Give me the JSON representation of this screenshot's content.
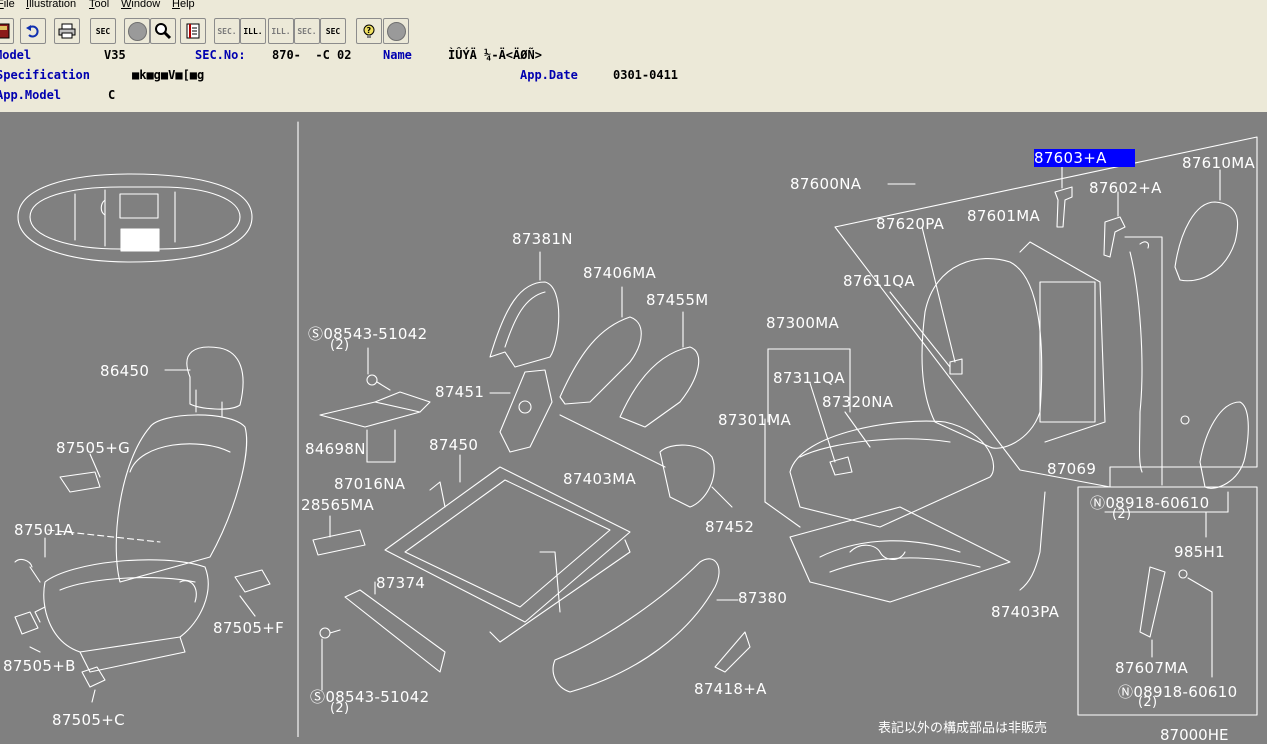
{
  "menu": {
    "file": "File",
    "illustration": "Illustration",
    "tool": "Tool",
    "window": "Window",
    "help": "Help"
  },
  "toolbar": {
    "sec_label": "SEC",
    "sec_prev": "SEC.",
    "ill_label": "ILL.",
    "ill_prev": "ILL.",
    "sec_next": "SEC.",
    "sec_q": "SEC"
  },
  "header": {
    "model_label": "Model",
    "model_value": "V35",
    "secno_label": "SEC.No:",
    "secno_value": "870-  -C 02",
    "name_label": "Name",
    "name_value": "ÌÛÝÄ ¼-Ä<ÄØÑ>",
    "spec_label": "Specification",
    "spec_value": "■k■g■V■[■g",
    "appdate_label": "App.Date",
    "appdate_value": "0301-0411",
    "appmodel_label": "App.Model",
    "appmodel_value": "C"
  },
  "callouts": {
    "c87603A": "87603+A",
    "c87610MA": "87610MA",
    "c87600NA": "87600NA",
    "c87602A": "87602+A",
    "c87620PA": "87620PA",
    "c87601MA": "87601MA",
    "c87381N": "87381N",
    "c87406MA": "87406MA",
    "c87455M": "87455M",
    "c87611QA": "87611QA",
    "c08543a": "08543-51042",
    "c08543a_qty": "(2)",
    "c87300MA": "87300MA",
    "c86450": "86450",
    "c87311QA": "87311QA",
    "c87451": "87451",
    "c87320NA": "87320NA",
    "c87301MA": "87301MA",
    "c84698N": "84698N",
    "c87450": "87450",
    "c87505G": "87505+G",
    "c87403MA": "87403MA",
    "c87069": "87069",
    "c87016NA": "87016NA",
    "c08918a": "08918-60610",
    "c08918a_qty": "(2)",
    "c28565MA": "28565MA",
    "c87501A": "87501A",
    "c87452": "87452",
    "c985H1": "985H1",
    "c87374": "87374",
    "c87380": "87380",
    "c87505F": "87505+F",
    "c87403PA": "87403PA",
    "c87505B": "87505+B",
    "c87607MA": "87607MA",
    "c87418A": "87418+A",
    "c08918b": "08918-60610",
    "c08918b_qty": "(2)",
    "c08543b": "08543-51042",
    "c08543b_qty": "(2)",
    "c87505C": "87505+C",
    "note": "表記以外の構成部品は非販売",
    "corner": "87000HE"
  }
}
